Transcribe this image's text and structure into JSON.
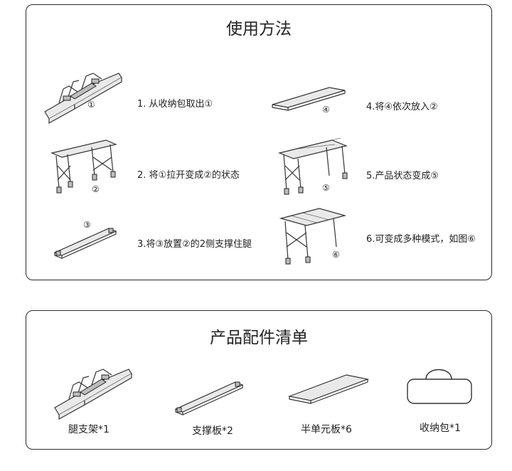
{
  "usage": {
    "title": "使用方法",
    "steps": [
      {
        "marker": "①",
        "text": "1. 从收纳包取出①"
      },
      {
        "marker": "②",
        "text": "2. 将①拉开变成②的状态"
      },
      {
        "marker": "③",
        "text": "3.将③放置②的2侧支撑住腿"
      },
      {
        "marker": "④",
        "text": "4.将④依次放入②"
      },
      {
        "marker": "⑤",
        "text": "5.产品状态变成⑤"
      },
      {
        "marker": "⑥",
        "text": "6.可变成多种模式，如图⑥"
      }
    ]
  },
  "parts": {
    "title": "产品配件清单",
    "items": [
      {
        "label": "腿支架*1"
      },
      {
        "label": "支撑板*2"
      },
      {
        "label": "半单元板*6"
      },
      {
        "label": "收纳包*1"
      }
    ]
  }
}
